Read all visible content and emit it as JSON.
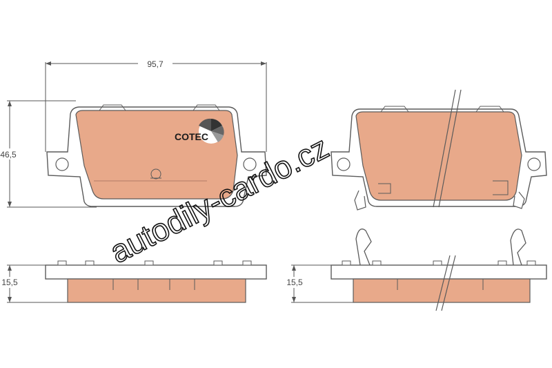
{
  "dimensions": {
    "width_label": "95,7",
    "height_label": "46,5",
    "thickness_left_label": "15,5",
    "thickness_right_label": "15,5"
  },
  "logo": {
    "text": "COTEC"
  },
  "watermark": {
    "text": "autodily-cardo.cz"
  },
  "colors": {
    "pad_fill": "#e8a98a",
    "line": "#5a5a5a",
    "dimension_line": "#555555",
    "watermark": "#111111"
  }
}
